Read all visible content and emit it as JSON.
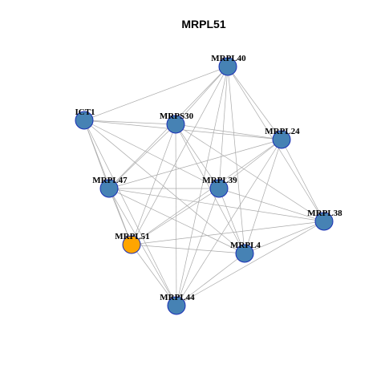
{
  "title": "MRPL51",
  "colors": {
    "default_node": "#4682b4",
    "highlight_node": "#ffa500",
    "node_border": "#1a2fb5",
    "edge": "#aaaaaa"
  },
  "nodes": [
    {
      "id": "MRPL40",
      "label": "MRPL40",
      "highlight": false
    },
    {
      "id": "ICT1",
      "label": "ICT1",
      "highlight": false
    },
    {
      "id": "MRPS30",
      "label": "MRPS30",
      "highlight": false
    },
    {
      "id": "MRPL24",
      "label": "MRPL24",
      "highlight": false
    },
    {
      "id": "MRPL47",
      "label": "MRPL47",
      "highlight": false
    },
    {
      "id": "MRPL39",
      "label": "MRPL39",
      "highlight": false
    },
    {
      "id": "MRPL38",
      "label": "MRPL38",
      "highlight": false
    },
    {
      "id": "MRPL51",
      "label": "MRPL51",
      "highlight": true
    },
    {
      "id": "MRPL4",
      "label": "MRPL4",
      "highlight": false
    },
    {
      "id": "MRPL44",
      "label": "MRPL44",
      "highlight": false
    }
  ],
  "edges": [
    [
      "MRPL40",
      "ICT1"
    ],
    [
      "MRPL40",
      "MRPS30"
    ],
    [
      "MRPL40",
      "MRPL24"
    ],
    [
      "MRPL40",
      "MRPL47"
    ],
    [
      "MRPL40",
      "MRPL39"
    ],
    [
      "MRPL40",
      "MRPL38"
    ],
    [
      "MRPL40",
      "MRPL51"
    ],
    [
      "MRPL40",
      "MRPL4"
    ],
    [
      "MRPL40",
      "MRPL44"
    ],
    [
      "ICT1",
      "MRPS30"
    ],
    [
      "ICT1",
      "MRPL24"
    ],
    [
      "ICT1",
      "MRPL47"
    ],
    [
      "ICT1",
      "MRPL39"
    ],
    [
      "ICT1",
      "MRPL51"
    ],
    [
      "ICT1",
      "MRPL4"
    ],
    [
      "ICT1",
      "MRPL44"
    ],
    [
      "MRPS30",
      "MRPL24"
    ],
    [
      "MRPS30",
      "MRPL47"
    ],
    [
      "MRPS30",
      "MRPL39"
    ],
    [
      "MRPS30",
      "MRPL38"
    ],
    [
      "MRPS30",
      "MRPL51"
    ],
    [
      "MRPS30",
      "MRPL4"
    ],
    [
      "MRPS30",
      "MRPL44"
    ],
    [
      "MRPL24",
      "MRPL47"
    ],
    [
      "MRPL24",
      "MRPL39"
    ],
    [
      "MRPL24",
      "MRPL38"
    ],
    [
      "MRPL24",
      "MRPL51"
    ],
    [
      "MRPL24",
      "MRPL4"
    ],
    [
      "MRPL24",
      "MRPL44"
    ],
    [
      "MRPL47",
      "MRPL39"
    ],
    [
      "MRPL47",
      "MRPL38"
    ],
    [
      "MRPL47",
      "MRPL51"
    ],
    [
      "MRPL47",
      "MRPL4"
    ],
    [
      "MRPL47",
      "MRPL44"
    ],
    [
      "MRPL39",
      "MRPL38"
    ],
    [
      "MRPL39",
      "MRPL51"
    ],
    [
      "MRPL39",
      "MRPL4"
    ],
    [
      "MRPL39",
      "MRPL44"
    ],
    [
      "MRPL38",
      "MRPL51"
    ],
    [
      "MRPL38",
      "MRPL4"
    ],
    [
      "MRPL38",
      "MRPL44"
    ],
    [
      "MRPL51",
      "MRPL4"
    ],
    [
      "MRPL51",
      "MRPL44"
    ],
    [
      "MRPL4",
      "MRPL44"
    ]
  ]
}
